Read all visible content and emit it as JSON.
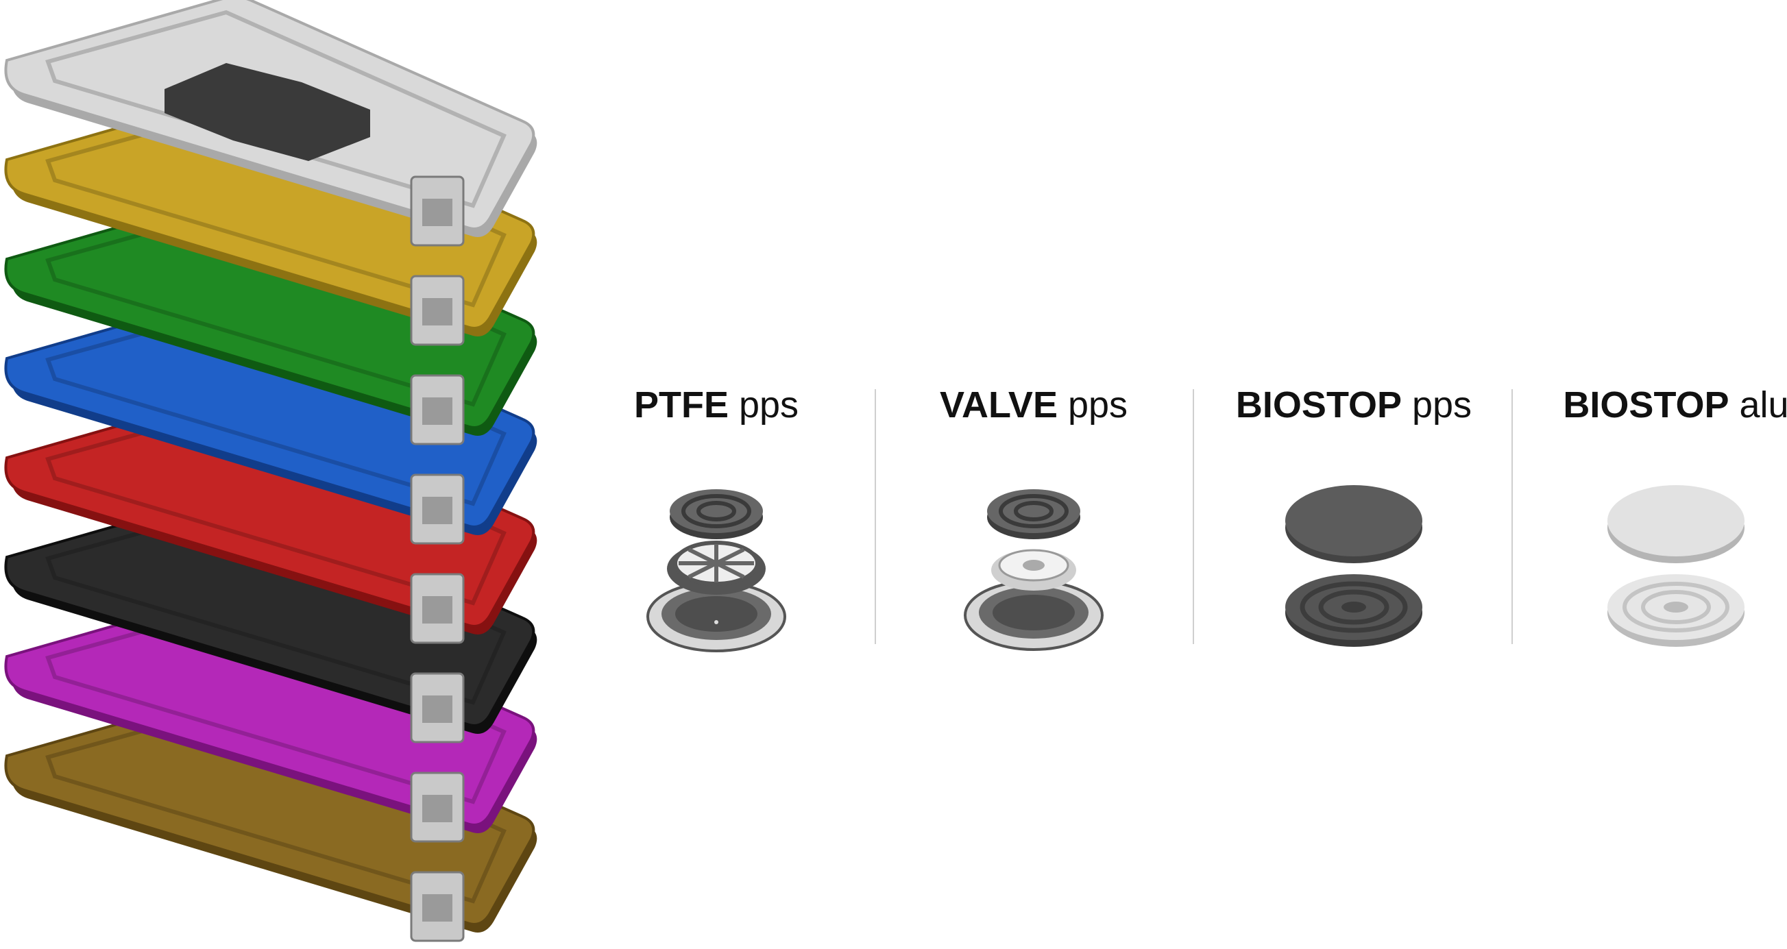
{
  "lids": [
    {
      "name": "silver",
      "color": "#d9d9d9",
      "edge": "#a9a9a9"
    },
    {
      "name": "gold",
      "color": "#c9a427",
      "edge": "#8d7212"
    },
    {
      "name": "green",
      "color": "#1f8a23",
      "edge": "#0f5a12"
    },
    {
      "name": "blue",
      "color": "#2060c8",
      "edge": "#113d8a"
    },
    {
      "name": "red",
      "color": "#c42424",
      "edge": "#861111"
    },
    {
      "name": "black",
      "color": "#2b2b2b",
      "edge": "#0e0e0e"
    },
    {
      "name": "purple",
      "color": "#b428b8",
      "edge": "#7a127d"
    },
    {
      "name": "bronze",
      "color": "#8a6a22",
      "edge": "#5e4612"
    }
  ],
  "filters": [
    {
      "bold": "PTFE",
      "rest": " pps",
      "icon": "ptfe-filter-icon"
    },
    {
      "bold": "VALVE",
      "rest": " pps",
      "icon": "valve-filter-icon"
    },
    {
      "bold": "BIOSTOP",
      "rest": " pps",
      "icon": "biostop-pps-filter-icon"
    },
    {
      "bold": "BIOSTOP",
      "rest": " alu",
      "icon": "biostop-alu-filter-icon"
    }
  ]
}
